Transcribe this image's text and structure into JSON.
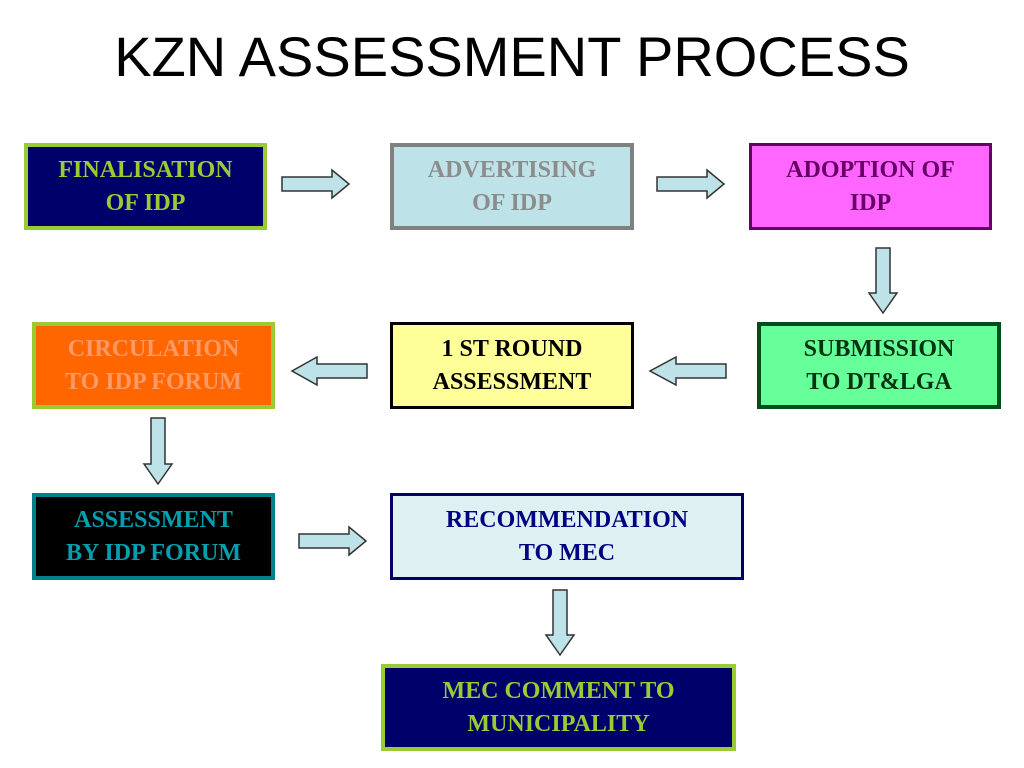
{
  "title": "KZN ASSESSMENT PROCESS",
  "boxes": {
    "finalisation": {
      "line1": "FINALISATION",
      "line2": "OF IDP",
      "bg": "#00006b",
      "border": "#99cc33",
      "color": "#99cc33"
    },
    "advertising": {
      "line1": "ADVERTISING",
      "line2": "OF IDP",
      "bg": "#bde2e7",
      "border": "#808080",
      "color": "#8c8c8c"
    },
    "adoption": {
      "line1": "ADOPTION OF",
      "line2": "IDP",
      "bg": "#ff66ff",
      "border": "#660066",
      "color": "#660066"
    },
    "submission": {
      "line1": "SUBMISSION",
      "line2": "TO DT&LGA",
      "bg": "#66ff99",
      "border": "#004d1a",
      "color": "#003311"
    },
    "first_round": {
      "line1": "1 ST ROUND",
      "line2": "ASSESSMENT",
      "bg": "#ffff99",
      "border": "#000000",
      "color": "#000000"
    },
    "circulation": {
      "line1": "CIRCULATION",
      "line2": "TO IDP FORUM",
      "bg": "#ff6600",
      "border": "#99cc33",
      "color": "#ff9966"
    },
    "assessment_forum": {
      "line1": "ASSESSMENT",
      "line2": "BY IDP FORUM",
      "bg": "#000000",
      "border": "#00808a",
      "color": "#00a0b0"
    },
    "recommendation": {
      "line1": "RECOMMENDATION",
      "line2": "TO MEC",
      "bg": "#dff0f3",
      "border": "#000066",
      "color": "#000080"
    },
    "mec_comment": {
      "line1": "MEC COMMENT TO",
      "line2": "MUNICIPALITY",
      "bg": "#00006b",
      "border": "#99cc33",
      "color": "#99cc33"
    }
  },
  "arrow_colors": {
    "fill": "#bde2e7",
    "stroke": "#333333"
  }
}
